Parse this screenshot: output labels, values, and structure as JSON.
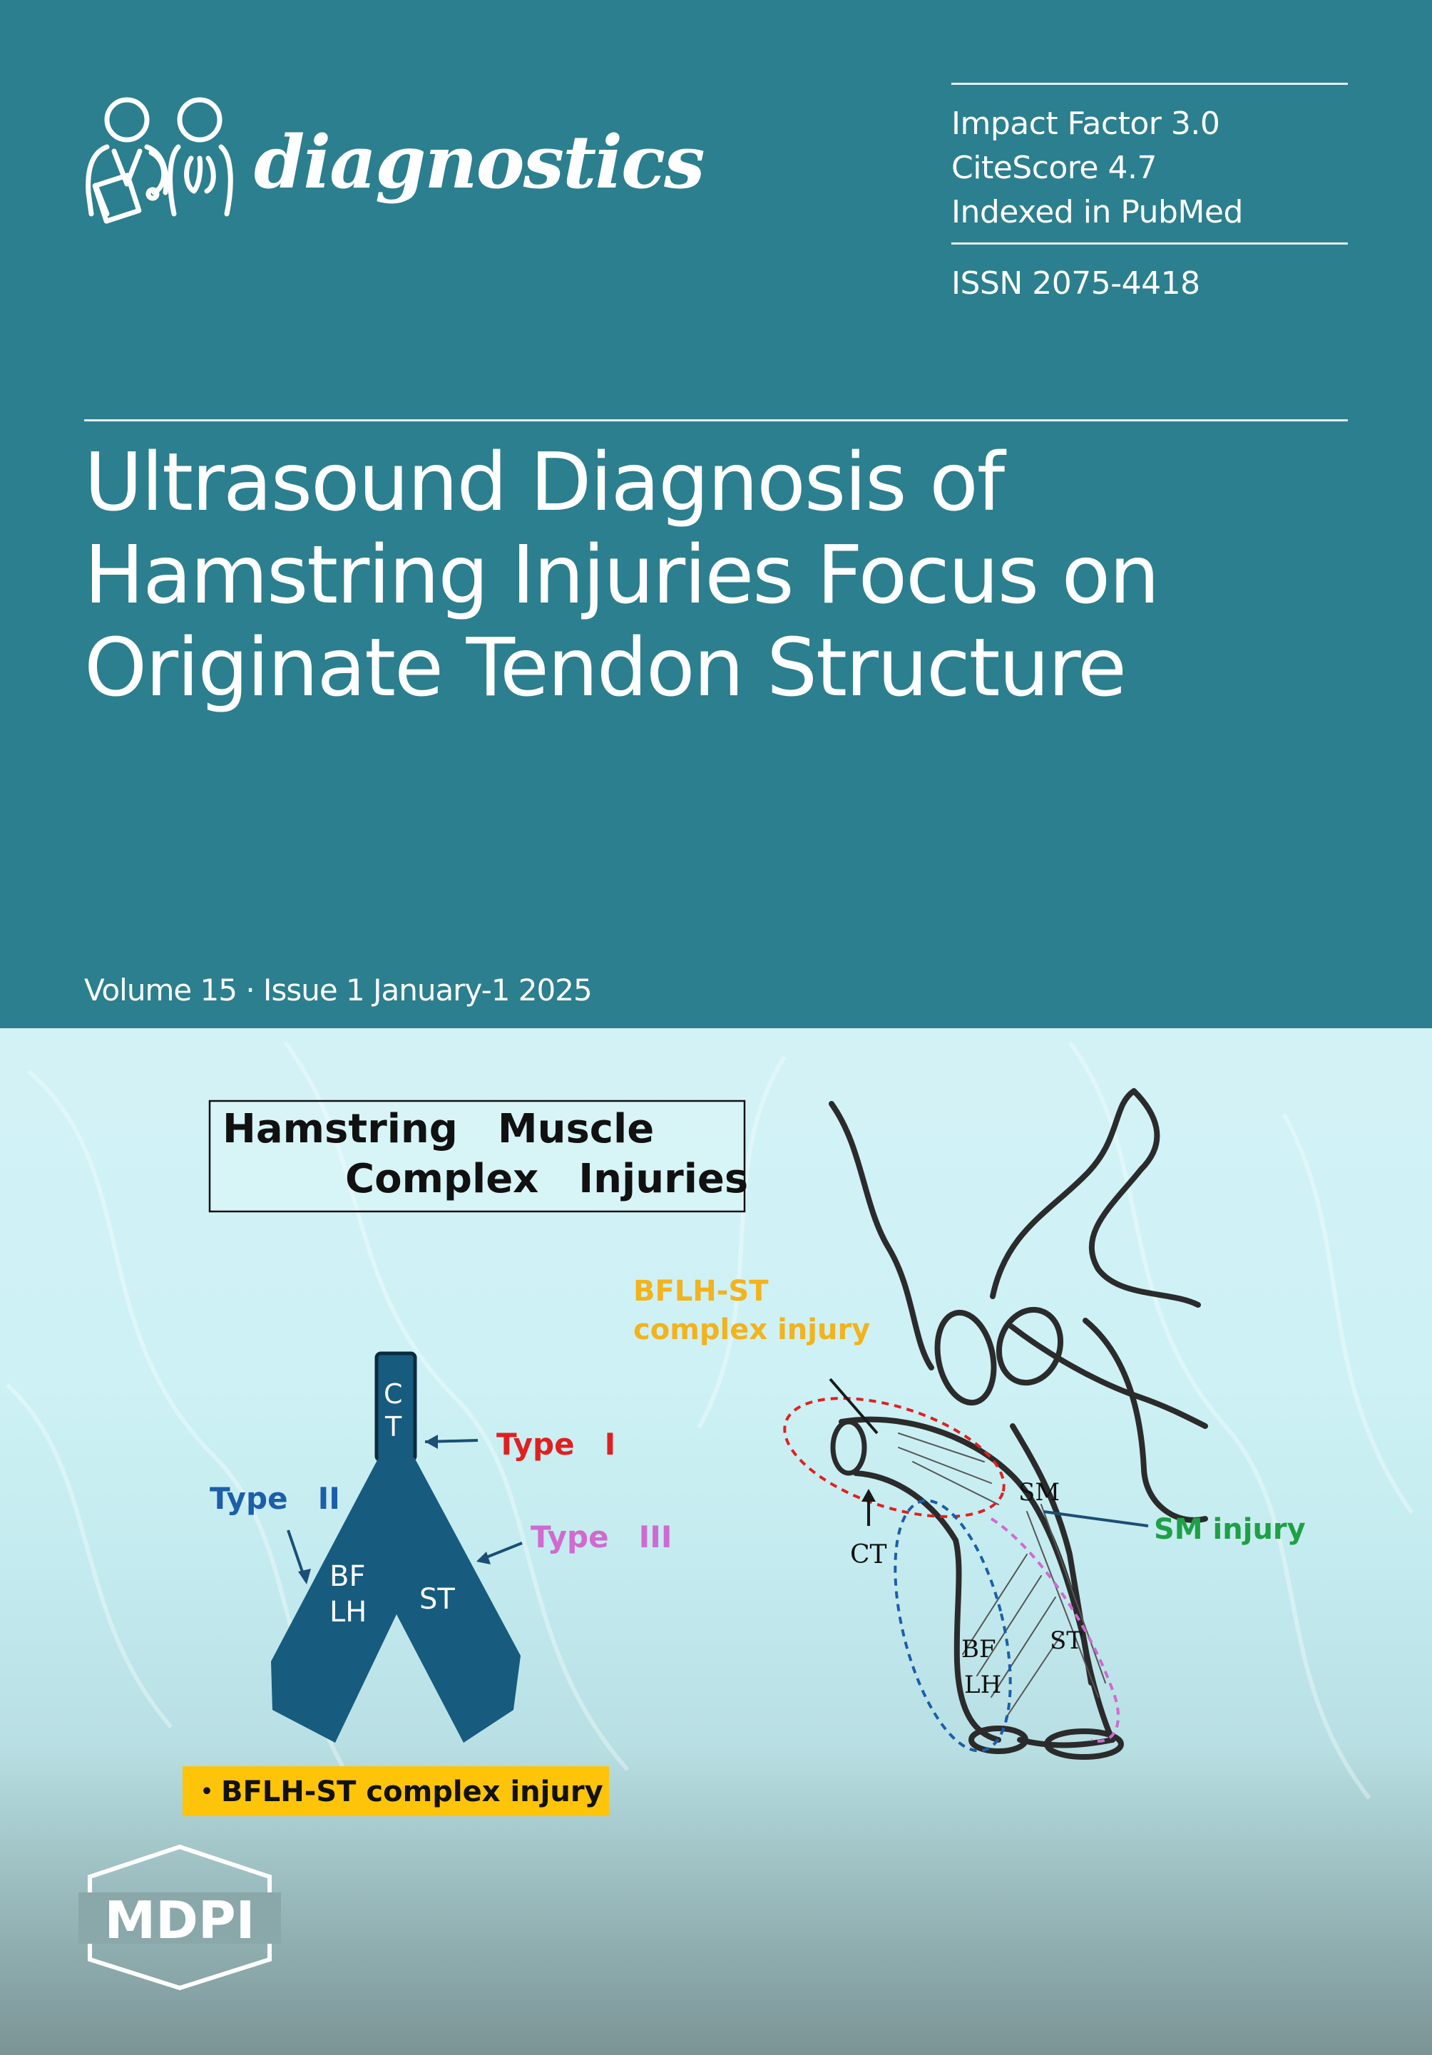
{
  "journal": {
    "name": "diagnostics",
    "metrics": [
      "Impact Factor 3.0",
      "CiteScore 4.7",
      "Indexed in PubMed"
    ],
    "issn": "ISSN 2075-4418"
  },
  "article": {
    "title_lines": [
      "Ultrasound Diagnosis of",
      "Hamstring Injuries Focus on",
      "Originate Tendon Structure"
    ]
  },
  "issue": {
    "volume_line": "Volume 15 · Issue 1 January-1 2025"
  },
  "figure": {
    "box_title_line1": "Hamstring　Muscle",
    "box_title_line2": "Complex　Injuries",
    "diagram_labels": {
      "ct_c": "C",
      "ct_t": "T",
      "bf": "BF",
      "lh": "LH",
      "st": "ST",
      "type_i": "Type　I",
      "type_ii": "Type　II",
      "type_iii": "Type　III"
    },
    "badge": "・BFLH-ST complex injury",
    "illustration_labels": {
      "complex_line1": "BFLH-ST",
      "complex_line2": "complex injury",
      "sm": "SM",
      "sm_injury": "SM injury",
      "ct": "CT",
      "bf": "BF",
      "lh": "LH",
      "st": "ST"
    },
    "colors": {
      "type_i": "#e02020",
      "type_ii": "#1c5ea8",
      "type_iii": "#d06ad0",
      "complex": "#f2b31c",
      "sm_injury": "#1fa046",
      "badge_bg": "#fdc40a",
      "y_shape": "#175b7f"
    }
  },
  "publisher": {
    "name": "MDPI"
  }
}
